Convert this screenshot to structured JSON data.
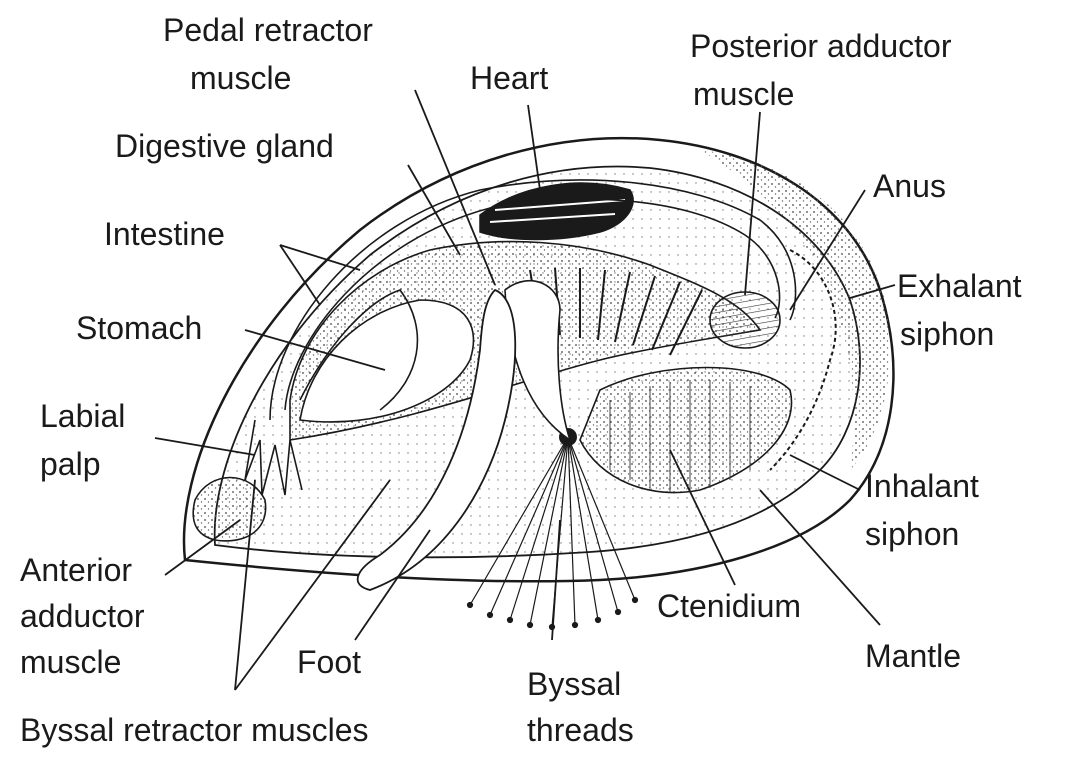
{
  "labels": {
    "pedal_retractor_line1": "Pedal retractor",
    "pedal_retractor_line2": "muscle",
    "heart": "Heart",
    "posterior_adductor_line1": "Posterior adductor",
    "posterior_adductor_line2": "muscle",
    "digestive_gland": "Digestive gland",
    "anus": "Anus",
    "intestine": "Intestine",
    "exhalant_line1": "Exhalant",
    "exhalant_line2": "siphon",
    "stomach": "Stomach",
    "labial_palp_line1": "Labial",
    "labial_palp_line2": "palp",
    "inhalant_line1": "Inhalant",
    "inhalant_line2": "siphon",
    "anterior_adductor_line1": "Anterior",
    "anterior_adductor_line2": "adductor",
    "anterior_adductor_line3": "muscle",
    "ctenidium": "Ctenidium",
    "mantle": "Mantle",
    "foot": "Foot",
    "byssal_threads_line1": "Byssal",
    "byssal_threads_line2": "threads",
    "byssal_retractor": "Byssal retractor muscles"
  },
  "colors": {
    "ink": "#1a1a1a",
    "shade": "#bdbdbd",
    "background": "#ffffff"
  }
}
